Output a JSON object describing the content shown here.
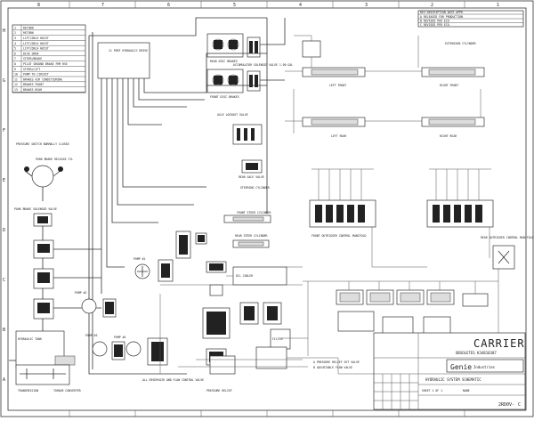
{
  "border": {
    "columns_top": [
      "8",
      "7",
      "6",
      "5",
      "4",
      "3",
      "2",
      "1"
    ],
    "rows_side": [
      "H",
      "G",
      "F",
      "E",
      "D",
      "C",
      "B",
      "A"
    ]
  },
  "legend": {
    "rows": [
      {
        "num": "1",
        "label": "RETURN"
      },
      {
        "num": "2",
        "label": "RETURN"
      },
      {
        "num": "3",
        "label": "LIFT/DELH HOIST"
      },
      {
        "num": "4",
        "label": "LIFT/DELH HOIST"
      },
      {
        "num": "5",
        "label": "LIFT/DELH HOIST"
      },
      {
        "num": "6",
        "label": "DIVE OPEN"
      },
      {
        "num": "7",
        "label": "STEER/BRAKE"
      },
      {
        "num": "8",
        "label": "PILOT GROUND BRAKE FRM RSE"
      },
      {
        "num": "9",
        "label": "STEER/LIFT"
      },
      {
        "num": "10",
        "label": "PUMP TO CIRCUIT"
      },
      {
        "num": "11",
        "label": "BRAKES AIR CONDITIONING"
      },
      {
        "num": "12",
        "label": "BRAKES FRONT"
      },
      {
        "num": "13",
        "label": "BRAKES REAR"
      }
    ]
  },
  "labels": {
    "first_entry": "11 PORT HYDRAULIC DRIVE",
    "rear_disc_brake": "REAR DISC BRAKES",
    "front_disc_brake": "FRONT DISC BRAKES",
    "accumulator": "ACCUMULATOR SOLENOID VALVE 1.00 GAL",
    "axle_lockout": "AXLE LOCKOUT VALVE",
    "rear_axle_valve": "REAR AXLE VALVE",
    "steer_cylinder_label": "STEERING CYLINDER",
    "front_steer_cyl": "FRONT STEER CYLINDER",
    "rear_steer_cyl": "REAR STEER CYLINDER",
    "pressure_switch": "PRESSURE SWITCH NORMALLY CLOSED",
    "park_brake": "PARK BRAKE RELEASE CYL",
    "park_brake_valve": "PARK BRAKE SOLENOID VALVE",
    "pump1": "PUMP #1",
    "pump2": "PUMP #2",
    "pump3": "PUMP #3",
    "pump4": "PUMP #4",
    "tank": "HYDRAULIC TANK",
    "transmission": "TRANSMISSION",
    "torque_conv": "TORQUE CONVERTER",
    "left_front": "LEFT FRONT",
    "right_front": "RIGHT FRONT",
    "left_rear": "LEFT REAR",
    "right_rear": "RIGHT REAR",
    "front_outrigger": "FRONT OUTRIGGER CONTROL MANIFOLD",
    "rear_outrigger": "REAR OUTRIGGER CONTROL MANIFOLD",
    "boom_cylinder": "EXTENSION CYLINDER",
    "filter": "FILTER",
    "cooler": "OIL COOLER",
    "relief": "PRESSURE RELIEF",
    "outrigger": "OUTRIGGER",
    "bottom_note": "ALL RESERVOIR AND FLOW CONTROL VALVE",
    "legend_a": "A PRESSURE RELIEF SET VALVE",
    "legend_b": "B ADJUSTABLE FLOW VALVE"
  },
  "title_block": {
    "company": "CARRIER",
    "subtitle": "OBSOLETES K34810307",
    "brand": "Genie",
    "brand_suffix": "Industries",
    "drawing_title": "HYDRAULIC SYSTEM SCHEMATIC",
    "sheet": "SHEET 1 OF 1",
    "drawing_no": "2RD0V-",
    "rev": "C",
    "scale_note": "NONE"
  },
  "revision_block": {
    "header": "REV  DESCRIPTION  DATE  APPR",
    "rows": [
      "A RELEASED FOR PRODUCTION",
      "B REVISED PER ECO",
      "C REVISED PER ECO"
    ]
  }
}
